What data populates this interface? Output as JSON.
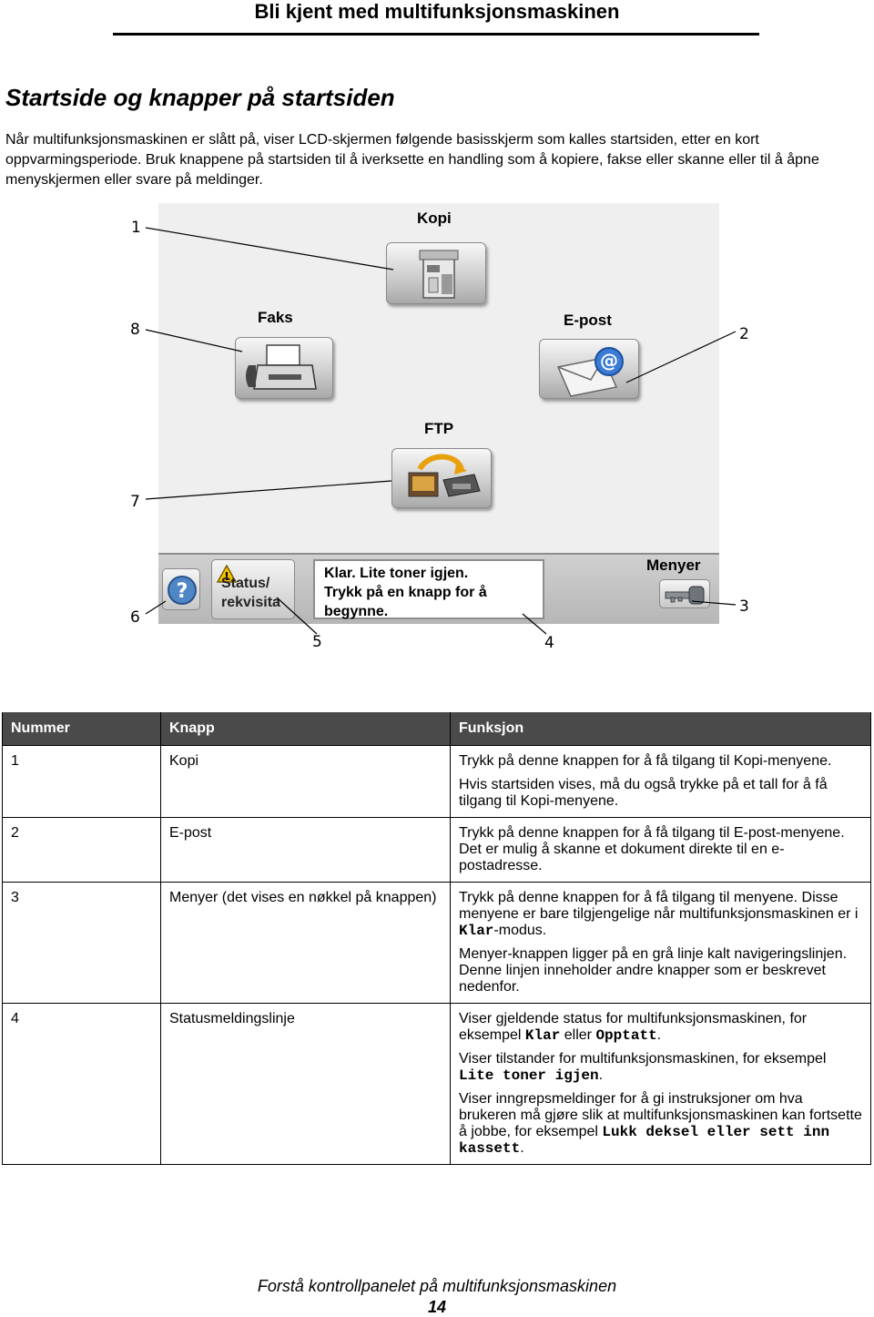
{
  "header": {
    "title": "Bli kjent med multifunksjonsmaskinen"
  },
  "section": {
    "title": "Startside og knapper på startsiden",
    "intro": "Når multifunksjonsmaskinen er slått på, viser LCD-skjermen følgende basisskjerm som kalles startsiden, etter en kort oppvarmingsperiode. Bruk knappene på startsiden til å iverksette en handling som å kopiere, fakse eller skanne eller til å åpne menyskjermen eller svare på meldinger."
  },
  "screen": {
    "buttons": {
      "copy": {
        "label": "Kopi",
        "icon": "copier-icon"
      },
      "fax": {
        "label": "Faks",
        "icon": "fax-icon"
      },
      "email": {
        "label": "E-post",
        "icon": "envelope-at-icon"
      },
      "ftp": {
        "label": "FTP",
        "icon": "ftp-transfer-icon"
      }
    },
    "navbar": {
      "status_line1": "Status/",
      "status_line2": "rekvisita",
      "message_line1": "Klar. Lite toner igjen.",
      "message_line2": "Trykk på en knapp for å",
      "message_line3": "begynne.",
      "menus_label": "Menyer",
      "help_icon": "question-mark-icon",
      "warning_icon": "warning-triangle-icon",
      "menus_icon": "key-icon"
    },
    "callouts": [
      "1",
      "2",
      "3",
      "4",
      "5",
      "6",
      "7",
      "8"
    ]
  },
  "table": {
    "headers": [
      "Nummer",
      "Knapp",
      "Funksjon"
    ],
    "rows": [
      {
        "num": "1",
        "button": "Kopi",
        "func": [
          "Trykk på denne knappen for å få tilgang til Kopi-menyene.",
          "Hvis startsiden vises, må du også trykke på et tall for å få tilgang til Kopi-menyene."
        ]
      },
      {
        "num": "2",
        "button": "E-post",
        "func": [
          "Trykk på denne knappen for å få tilgang til E-post-menyene. Det er mulig å skanne et dokument direkte til en e-postadresse."
        ]
      },
      {
        "num": "3",
        "button": "Menyer (det vises en nøkkel på knappen)",
        "func_a_pre": "Trykk på denne knappen for å få tilgang til menyene. Disse menyene er bare tilgjengelige når multifunksjonsmaskinen er i ",
        "func_a_code": "Klar",
        "func_a_post": "-modus.",
        "func_b": "Menyer-knappen ligger på en grå linje kalt navigeringslinjen. Denne linjen inneholder andre knapper som er beskrevet nedenfor."
      },
      {
        "num": "4",
        "button": "Statusmeldingslinje",
        "p1_pre": "Viser gjeldende status for multifunksjonsmaskinen, for eksempel ",
        "p1_code1": "Klar",
        "p1_mid": " eller ",
        "p1_code2": "Opptatt",
        "p1_post": ".",
        "p2_pre": "Viser tilstander for multifunksjonsmaskinen, for eksempel ",
        "p2_code": "Lite toner igjen",
        "p2_post": ".",
        "p3_pre": "Viser inngrepsmeldinger for å gi instruksjoner om hva brukeren må gjøre slik at multifunksjonsmaskinen kan fortsette å jobbe, for eksempel ",
        "p3_code": "Lukk deksel eller sett inn kassett",
        "p3_post": "."
      }
    ]
  },
  "footer": {
    "title": "Forstå kontrollpanelet på multifunksjonsmaskinen",
    "page": "14"
  }
}
